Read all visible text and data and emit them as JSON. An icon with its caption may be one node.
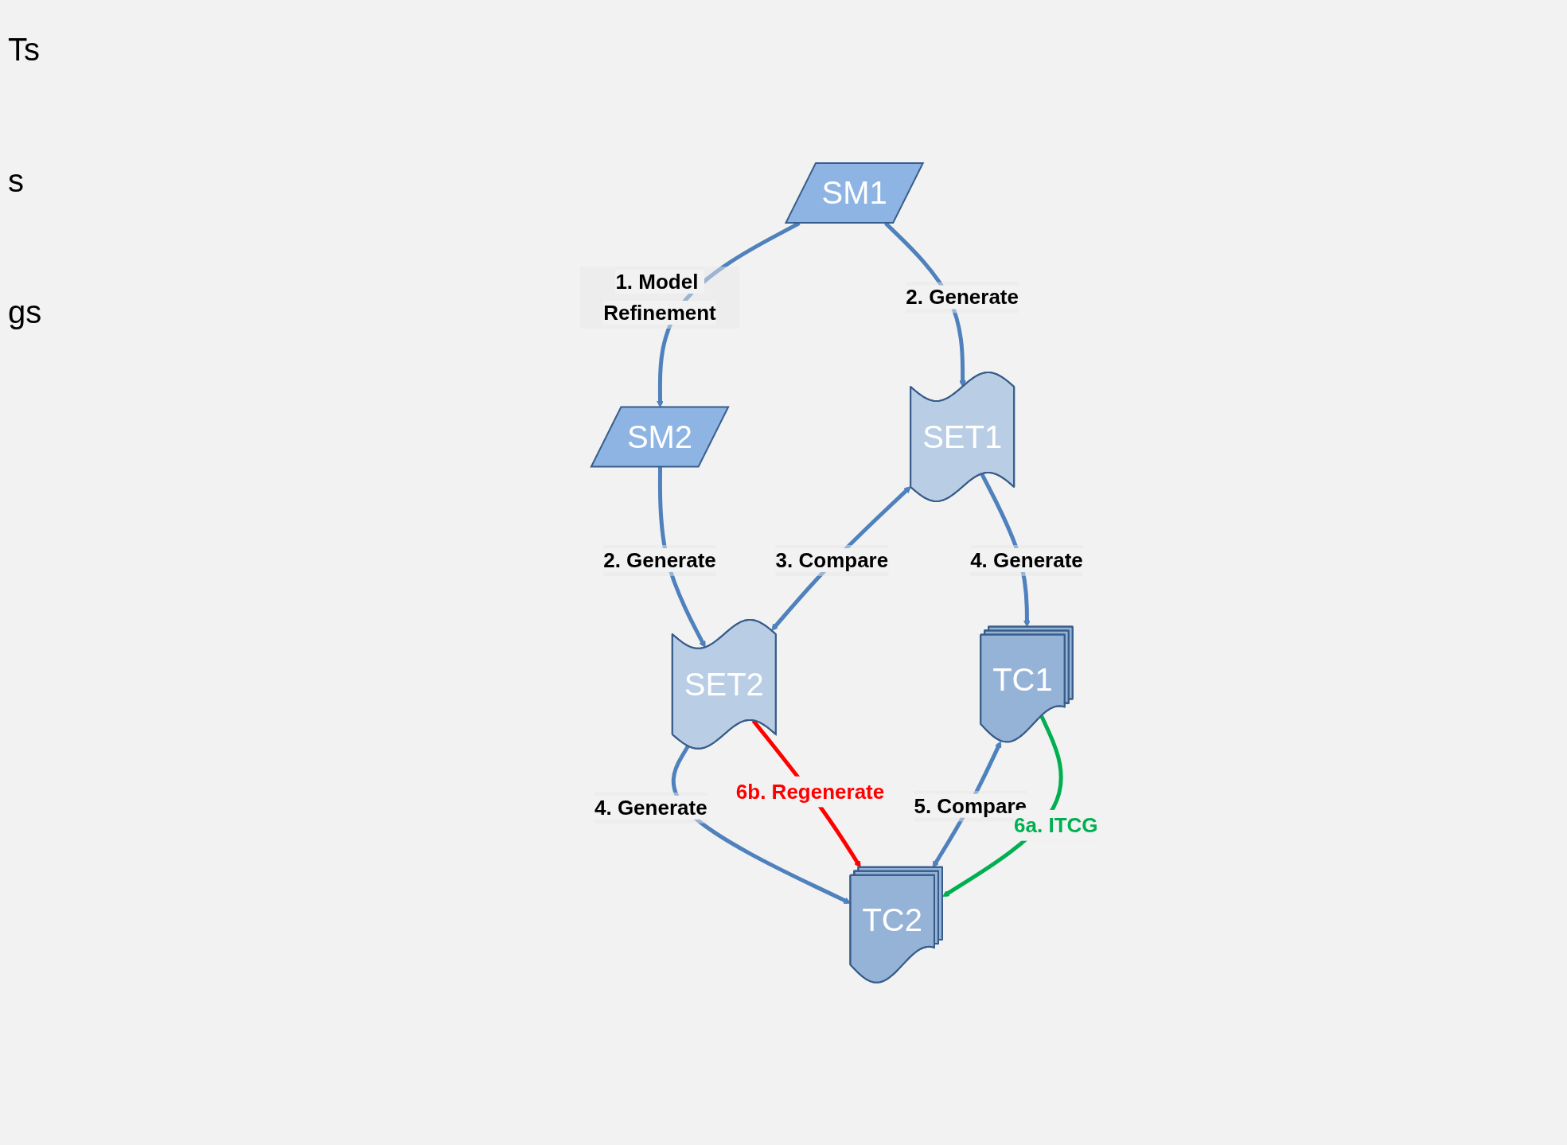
{
  "diagram": {
    "nodes": [
      {
        "text": [
          "SM1"
        ]
      },
      {
        "text": [
          "SM2"
        ]
      },
      {
        "text": [
          "SET1"
        ]
      },
      {
        "text": [
          "SET2"
        ]
      },
      {
        "text": [
          "TC1"
        ]
      },
      {
        "text": [
          "TC2"
        ]
      }
    ],
    "edges": [
      {
        "from": 0,
        "to": 1,
        "arrow": "to",
        "label": "1. Model Refinement"
      },
      {
        "from": 0,
        "to": 2,
        "arrow": "to",
        "label": "2. Generate"
      },
      {
        "from": 1,
        "to": 3,
        "arrow": "to",
        "label": "2. Generate"
      },
      {
        "from": 2,
        "to": 3,
        "arrow": "both",
        "label": "3. Compare"
      },
      {
        "from": 2,
        "to": 4,
        "arrow": "to",
        "label": "4. Generate"
      },
      {
        "from": 3,
        "to": 5,
        "arrow": "to",
        "label": "4. Generate"
      },
      {
        "from": 3,
        "to": 5,
        "arrow": "to",
        "label": "6b. Regenerate",
        "color": "#ff0000"
      },
      {
        "from": 4,
        "to": 5,
        "arrow": "both",
        "label": "5. Compare"
      },
      {
        "from": 4,
        "to": 5,
        "arrow": "to",
        "label": "6a. ITCG",
        "color": "#00b050"
      }
    ],
    "labels": [
      "Ts",
      "s",
      "gs"
    ]
  }
}
